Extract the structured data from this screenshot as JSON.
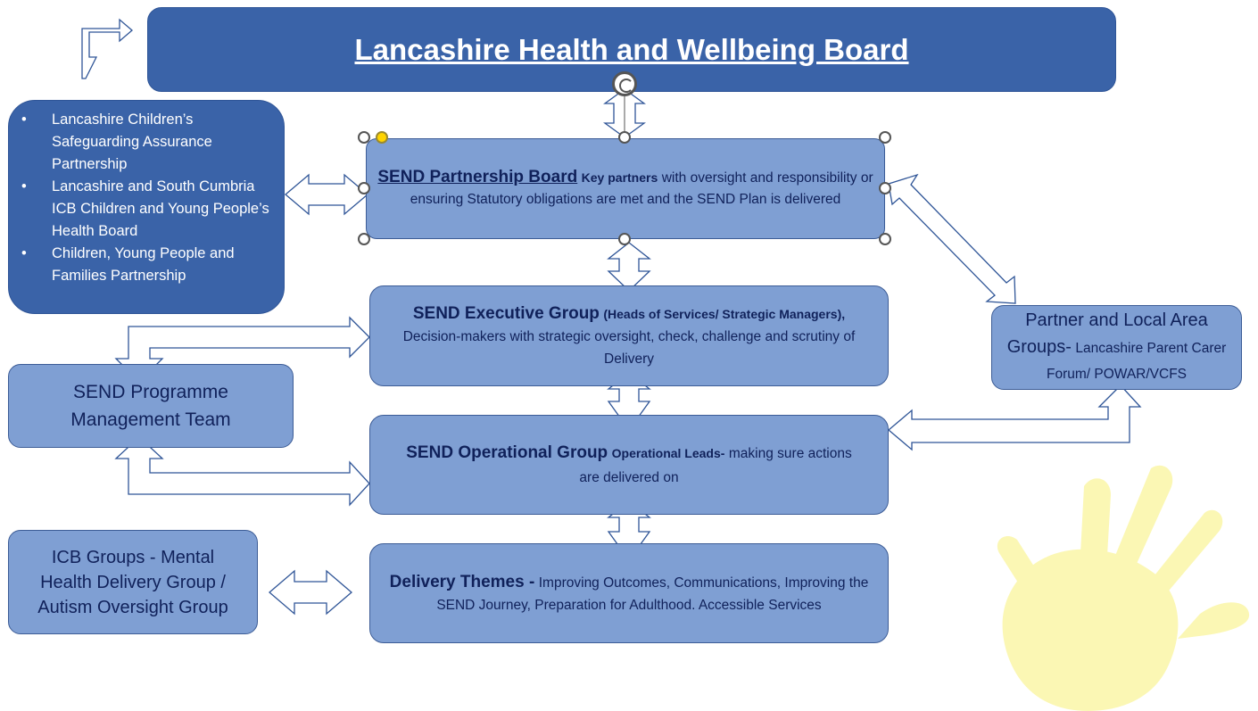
{
  "board": {
    "title": "Lancashire Health and Wellbeing Board"
  },
  "safeguarding": {
    "items": [
      "Lancashire Children’s Safeguarding Assurance Partnership",
      "Lancashire and South Cumbria ICB Children and Young People’s Health Board",
      "Children, Young People and Families Partnership"
    ]
  },
  "partnership_board": {
    "heading": "SEND Partnership Board",
    "bold": "Key partners",
    "text": "with oversight and responsibility or ensuring Statutory obligations are met and the SEND Plan is delivered"
  },
  "executive_group": {
    "heading": "SEND Executive Group",
    "bold": "(Heads of Services/ Strategic Managers),",
    "text": "Decision-makers with strategic oversight, check, challenge and scrutiny of Delivery"
  },
  "programme_team": {
    "text": "SEND Programme Management Team"
  },
  "partner_groups": {
    "heading": "Partner and Local Area Groups-",
    "text": "Lancashire Parent Carer Forum/ POWAR/VCFS"
  },
  "operational_group": {
    "heading": "SEND Operational Group",
    "bold": "Operational Leads-",
    "text": "making sure actions are delivered on"
  },
  "icb_groups": {
    "text": "ICB Groups - Mental Health Delivery Group / Autism Oversight Group"
  },
  "delivery_themes": {
    "heading": "Delivery Themes -",
    "text": "Improving Outcomes, Communications, Improving the SEND Journey, Preparation for Adulthood. Accessible Services"
  },
  "colors": {
    "dark_box": "#3a63a8",
    "light_box": "#7f9fd3",
    "text_dark": "#10215a",
    "hand": "#fbf7b4",
    "arrow_stroke": "#2f5597"
  },
  "icons": {
    "hand": "yellow-handprint-icon",
    "rotate": "rotate-handle-icon"
  }
}
